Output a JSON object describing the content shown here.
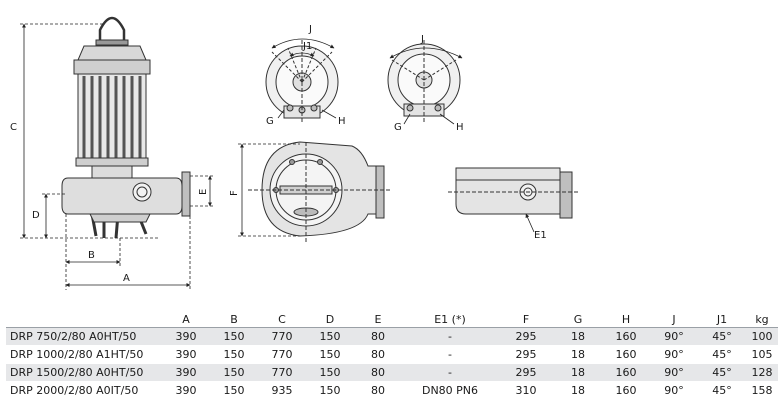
{
  "labels": {
    "A": "A",
    "B": "B",
    "C": "C",
    "D": "D",
    "E": "E",
    "F": "F",
    "J": "J",
    "J1": "J1",
    "G": "G",
    "H": "H",
    "E1": "E1"
  },
  "table": {
    "headers": [
      "",
      "A",
      "B",
      "C",
      "D",
      "E",
      "E1 (*)",
      "F",
      "G",
      "H",
      "J",
      "J1",
      "kg"
    ],
    "rows": [
      [
        "DRP 750/2/80 A0HT/50",
        "390",
        "150",
        "770",
        "150",
        "80",
        "-",
        "295",
        "18",
        "160",
        "90°",
        "45°",
        "100"
      ],
      [
        "DRP 1000/2/80 A1HT/50",
        "390",
        "150",
        "770",
        "150",
        "80",
        "-",
        "295",
        "18",
        "160",
        "90°",
        "45°",
        "105"
      ],
      [
        "DRP 1500/2/80 A0HT/50",
        "390",
        "150",
        "770",
        "150",
        "80",
        "-",
        "295",
        "18",
        "160",
        "90°",
        "45°",
        "128"
      ],
      [
        "DRP 2000/2/80 A0IT/50",
        "390",
        "150",
        "935",
        "150",
        "80",
        "DN80 PN6",
        "310",
        "18",
        "160",
        "90°",
        "45°",
        "158"
      ]
    ]
  }
}
